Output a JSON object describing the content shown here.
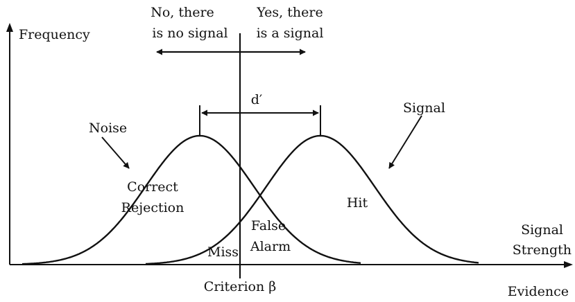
{
  "axes": {
    "y_label": "Frequency",
    "x_label_line1": "Signal",
    "x_label_line2": "Strength",
    "x_sub_label": "Evidence"
  },
  "curves": {
    "noise_label": "Noise",
    "signal_label": "Signal"
  },
  "criterion": {
    "label": "Criterion β"
  },
  "decisions": {
    "no_line1": "No, there",
    "no_line2": "is no signal",
    "yes_line1": "Yes, there",
    "yes_line2": "is a signal"
  },
  "sensitivity": {
    "label": "d′"
  },
  "regions": {
    "correct_rejection_line1": "Correct",
    "correct_rejection_line2": "Rejection",
    "false_alarm_line1": "False",
    "false_alarm_line2": "Alarm",
    "miss": "Miss",
    "hit": "Hit"
  },
  "colors": {
    "ink": "#111111",
    "background": "#ffffff"
  }
}
